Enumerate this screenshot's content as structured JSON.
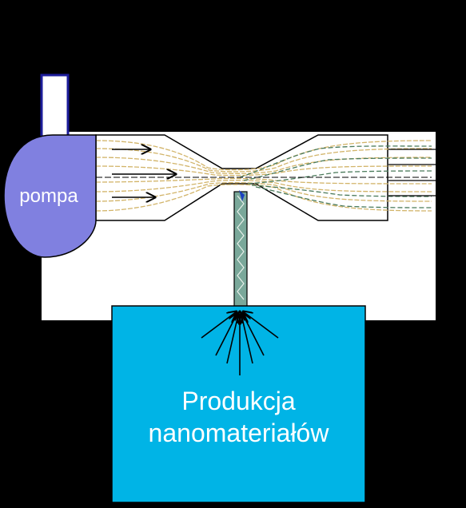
{
  "pump": {
    "label": "pompa"
  },
  "reservoir": {
    "label_line1": "Produkcja",
    "label_line2": "nanomateriałów"
  },
  "colors": {
    "background": "#000000",
    "panel": "#ffffff",
    "pump_fill": "#8080e0",
    "pump_pipe": "#1c1c9a",
    "reservoir_fill": "#00b4e6",
    "flow_lines": "#d2b469",
    "flow_lines_dark": "#4a7a5a",
    "tube": "#7aa89a",
    "droplet": "#1a40c0"
  },
  "icons": [
    "flow-arrow-icon",
    "suction-arrow-icon"
  ]
}
